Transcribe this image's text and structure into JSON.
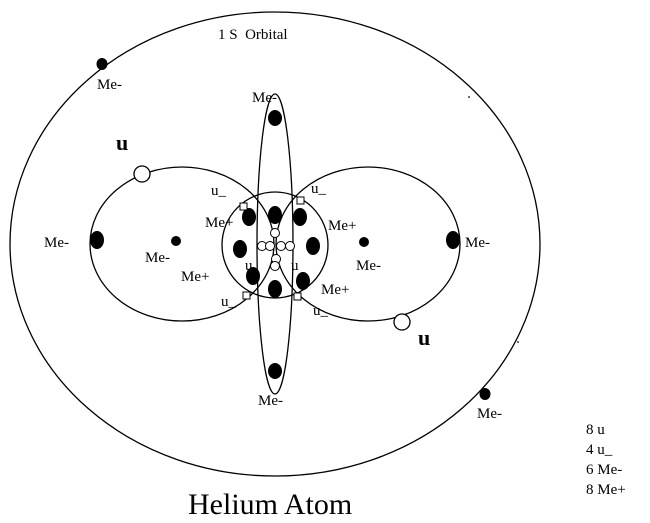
{
  "title": "Helium Atom",
  "orbital_label": "1 S  Orbital",
  "labels": {
    "me_minus": "Me-",
    "me_plus": "Me+",
    "u": "u",
    "u_bar": "u_"
  },
  "legend": [
    "8 u",
    "4 u_",
    "6 Me-",
    "8 Me+"
  ],
  "colors": {
    "line": "#000000",
    "filled_particle": "#000000",
    "open_particle": "#ffffff",
    "background": "#ffffff"
  }
}
